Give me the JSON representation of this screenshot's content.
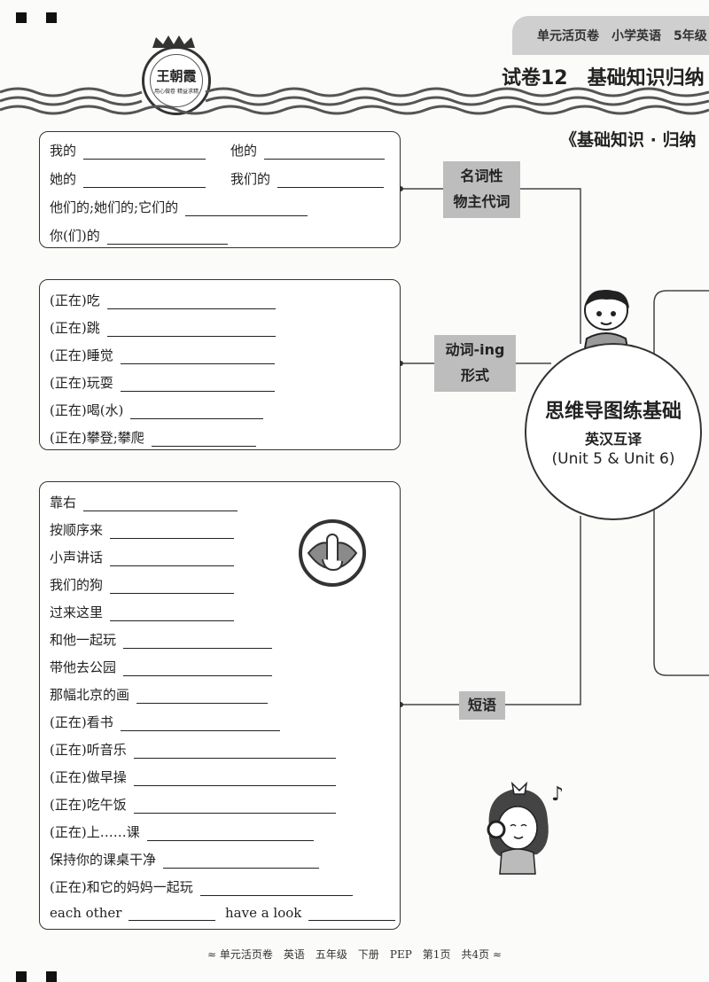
{
  "header": {
    "top_label": "单元活页卷　小学英语　5年级",
    "title": "试卷12　基础知识归纳",
    "logo_brand": "王朝霞",
    "logo_slogan": "用心做卷 精益求精"
  },
  "section_tag": "《基础知识 · 归纳",
  "center": {
    "title": "思维导图练基础",
    "subtitle": "英汉互译",
    "units": "(Unit 5 & Unit 6)"
  },
  "branches": {
    "pronouns_label_1": "名词性",
    "pronouns_label_2": "物主代词",
    "ing_label_1": "动词-ing",
    "ing_label_2": "形式",
    "phrases_label": "短语"
  },
  "pronouns": [
    "我的",
    "他的",
    "她的",
    "我们的",
    "他们的;她们的;它们的",
    "你(们)的"
  ],
  "ing_forms": [
    "(正在)吃",
    "(正在)跳",
    "(正在)睡觉",
    "(正在)玩耍",
    "(正在)喝(水)",
    "(正在)攀登;攀爬"
  ],
  "phrases": [
    "靠右",
    "按顺序来",
    "小声讲话",
    "我们的狗",
    "过来这里",
    "和他一起玩",
    "带他去公园",
    "那幅北京的画",
    "(正在)看书",
    "(正在)听音乐",
    "(正在)做早操",
    "(正在)吃午饭",
    "(正在)上……课",
    "保持你的课桌干净",
    "(正在)和它的妈妈一起玩",
    "each other",
    "have a look"
  ],
  "music_note": "♪",
  "footer": "≈ 单元活页卷　英语　五年级　下册　PEP　第1页　共4页 ≈"
}
